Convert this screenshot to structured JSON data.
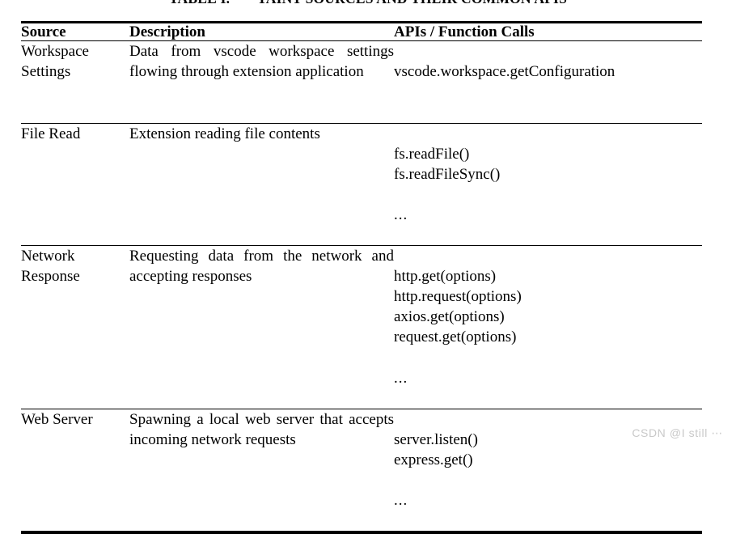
{
  "caption": {
    "label": "TABLE I.",
    "title": "Taint Sources and Their Common APIs"
  },
  "table": {
    "headers": {
      "source": "Source",
      "description": "Description",
      "apis": "APIs / Function Calls"
    },
    "rows": [
      {
        "source": "Workspace Settings",
        "description": "Data from vscode workspace settings flowing through extension application",
        "apis": [
          "vscode.workspace.getConfiguration"
        ],
        "ellipsis": ""
      },
      {
        "source": "File Read",
        "description": "Extension reading file contents",
        "apis": [
          "fs.readFile()",
          "fs.readFileSync()"
        ],
        "ellipsis": "..."
      },
      {
        "source": "Network Response",
        "description": "Requesting data from the network and accepting responses",
        "apis": [
          "http.get(options)",
          "http.request(options)",
          "axios.get(options)",
          "request.get(options)"
        ],
        "ellipsis": "..."
      },
      {
        "source": "Web Server",
        "description": "Spawning a local web server that accepts incoming network requests",
        "apis": [
          "server.listen()",
          "express.get()"
        ],
        "ellipsis": "..."
      }
    ]
  },
  "watermark": {
    "text": "CSDN @I still ⋯"
  },
  "colors": {
    "text": "#000000",
    "rule": "#000000",
    "background": "#ffffff",
    "watermark": "#c9c9c9"
  }
}
